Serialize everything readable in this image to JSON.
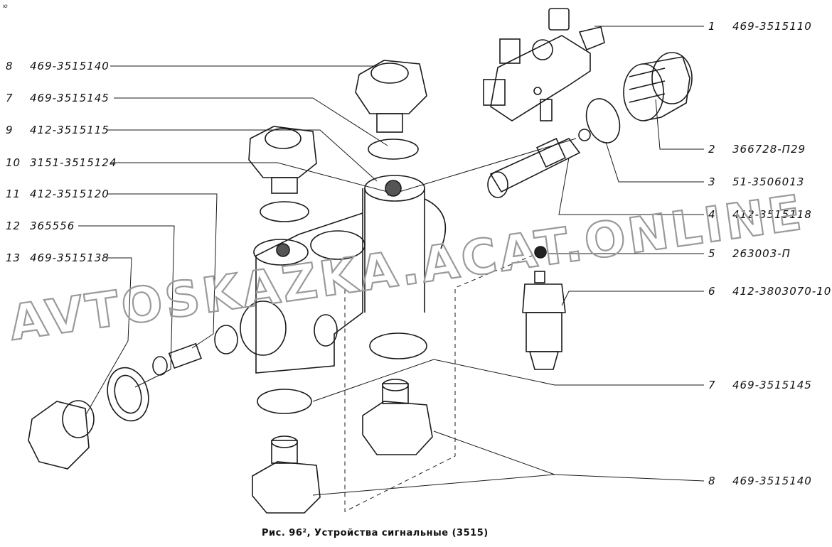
{
  "corner_mark": "ю",
  "caption": "Рис. 96², Устройства сигнальные (3515)",
  "watermark": "AVTOSKAZKA.ACAT.ONLINE",
  "watermark_color": "#9a9a9a",
  "callouts": [
    {
      "id": "r1",
      "num": "1",
      "part": "469-3515110"
    },
    {
      "id": "r2",
      "num": "2",
      "part": "366728-П29"
    },
    {
      "id": "r3",
      "num": "3",
      "part": "51-3506013"
    },
    {
      "id": "r4",
      "num": "4",
      "part": "412-3515118"
    },
    {
      "id": "r5",
      "num": "5",
      "part": "263003-П"
    },
    {
      "id": "r6",
      "num": "6",
      "part": "412-3803070-10"
    },
    {
      "id": "r7",
      "num": "7",
      "part": "469-3515145"
    },
    {
      "id": "r8",
      "num": "8",
      "part": "469-3515140"
    },
    {
      "id": "l8",
      "num": "8",
      "part": "469-3515140"
    },
    {
      "id": "l7",
      "num": "7",
      "part": "469-3515145"
    },
    {
      "id": "l9",
      "num": "9",
      "part": "412-3515115"
    },
    {
      "id": "l10",
      "num": "10",
      "part": "3151-3515124"
    },
    {
      "id": "l11",
      "num": "11",
      "part": "412-3515120"
    },
    {
      "id": "l12",
      "num": "12",
      "part": "365556"
    },
    {
      "id": "l13",
      "num": "13",
      "part": "469-3515138"
    }
  ]
}
